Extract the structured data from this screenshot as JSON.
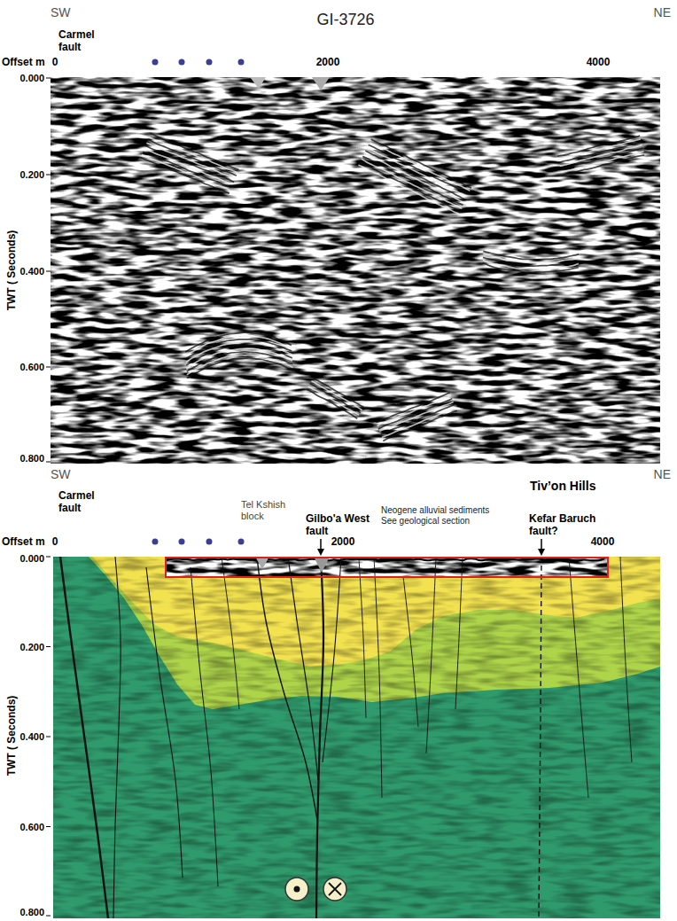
{
  "diagram": {
    "title": "GI-3726",
    "labels": [
      "SW",
      "NE",
      "Carmel fault",
      "Offset m",
      "0",
      "2000",
      "4000",
      "0.000",
      "0.200",
      "0.400",
      "0.600",
      "0.800",
      "TWT ( Seconds)",
      "SW",
      "Tiv’on Hills",
      "NE",
      "Carmel fault",
      "Tel Kshish block",
      "Gilbo'a West fault",
      "Neogene alluvial sediments See geological section",
      "Kefar Baruch fault?",
      "Offset m",
      "0",
      "2000",
      "4000",
      "0.000",
      "0.200",
      "0.400",
      "0.600",
      "0.800",
      "TWT ( Seconds)"
    ]
  }
}
